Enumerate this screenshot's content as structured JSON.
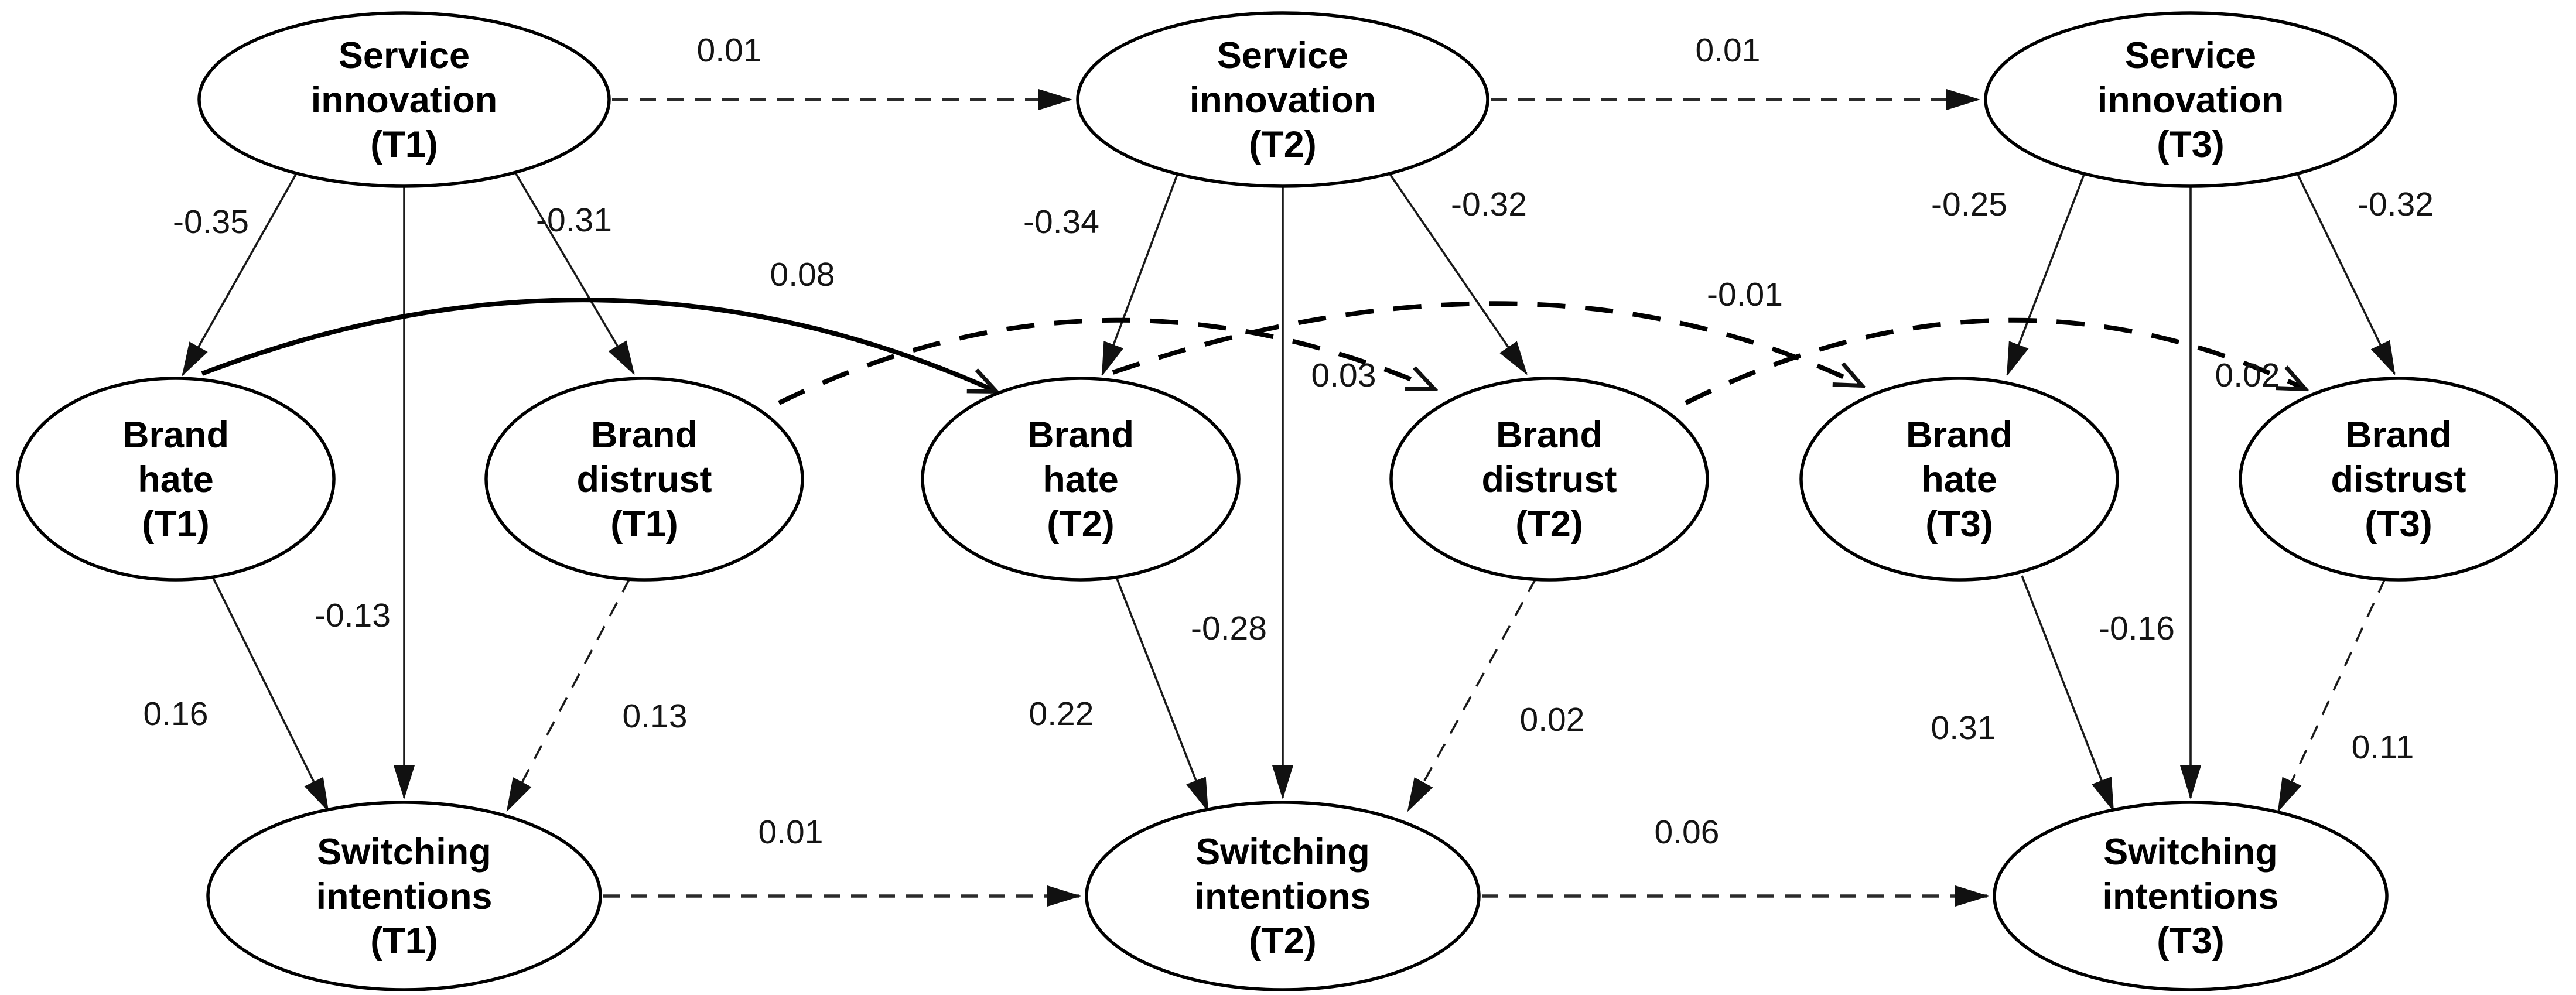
{
  "diagram": {
    "background_color": "#ffffff",
    "node_fill_color": "#ffffff",
    "node_stroke_color": "#000000",
    "label_color": "#141414",
    "line_styles_present": [
      "solid",
      "dashed"
    ]
  },
  "nodes": [
    {
      "id": "si1",
      "label": "Service innovation (T1)",
      "lines": [
        "Service",
        "innovation",
        "(T1)"
      ]
    },
    {
      "id": "si2",
      "label": "Service innovation (T2)",
      "lines": [
        "Service",
        "innovation",
        "(T2)"
      ]
    },
    {
      "id": "si3",
      "label": "Service innovation (T3)",
      "lines": [
        "Service",
        "innovation",
        "(T3)"
      ]
    },
    {
      "id": "bh1",
      "label": "Brand hate (T1)",
      "lines": [
        "Brand",
        "hate",
        "(T1)"
      ]
    },
    {
      "id": "bd1",
      "label": "Brand distrust (T1)",
      "lines": [
        "Brand",
        "distrust",
        "(T1)"
      ]
    },
    {
      "id": "bh2",
      "label": "Brand hate (T2)",
      "lines": [
        "Brand",
        "hate",
        "(T2)"
      ]
    },
    {
      "id": "bd2",
      "label": "Brand distrust (T2)",
      "lines": [
        "Brand",
        "distrust",
        "(T2)"
      ]
    },
    {
      "id": "bh3",
      "label": "Brand hate (T3)",
      "lines": [
        "Brand",
        "hate",
        "(T3)"
      ]
    },
    {
      "id": "bd3",
      "label": "Brand distrust (T3)",
      "lines": [
        "Brand",
        "distrust",
        "(T3)"
      ]
    },
    {
      "id": "sw1",
      "label": "Switching intentions (T1)",
      "lines": [
        "Switching",
        "intentions",
        "(T1)"
      ]
    },
    {
      "id": "sw2",
      "label": "Switching intentions (T2)",
      "lines": [
        "Switching",
        "intentions",
        "(T2)"
      ]
    },
    {
      "id": "sw3",
      "label": "Switching intentions (T3)",
      "lines": [
        "Switching",
        "intentions",
        "(T3)"
      ]
    }
  ],
  "edges": [
    {
      "id": "si1-si2",
      "from": "si1",
      "to": "si2",
      "coefficient": "0.01",
      "line": "dashed",
      "kind": "horizontal"
    },
    {
      "id": "si2-si3",
      "from": "si2",
      "to": "si3",
      "coefficient": "0.01",
      "line": "dashed",
      "kind": "horizontal"
    },
    {
      "id": "sw1-sw2",
      "from": "sw1",
      "to": "sw2",
      "coefficient": "0.01",
      "line": "dashed",
      "kind": "horizontal"
    },
    {
      "id": "sw2-sw3",
      "from": "sw2",
      "to": "sw3",
      "coefficient": "0.06",
      "line": "dashed",
      "kind": "horizontal"
    },
    {
      "id": "si1-bh1",
      "from": "si1",
      "to": "bh1",
      "coefficient": "-0.35",
      "line": "solid",
      "kind": "straight"
    },
    {
      "id": "si1-bd1",
      "from": "si1",
      "to": "bd1",
      "coefficient": "-0.31",
      "line": "solid",
      "kind": "straight"
    },
    {
      "id": "si1-sw1",
      "from": "si1",
      "to": "sw1",
      "coefficient": "-0.13",
      "line": "solid",
      "kind": "straight"
    },
    {
      "id": "bh1-sw1",
      "from": "bh1",
      "to": "sw1",
      "coefficient": "0.16",
      "line": "solid",
      "kind": "straight"
    },
    {
      "id": "bd1-sw1",
      "from": "bd1",
      "to": "sw1",
      "coefficient": "0.13",
      "line": "dashed",
      "kind": "straight"
    },
    {
      "id": "si2-bh2",
      "from": "si2",
      "to": "bh2",
      "coefficient": "-0.34",
      "line": "solid",
      "kind": "straight"
    },
    {
      "id": "si2-bd2",
      "from": "si2",
      "to": "bd2",
      "coefficient": "-0.32",
      "line": "solid",
      "kind": "straight"
    },
    {
      "id": "si2-sw2",
      "from": "si2",
      "to": "sw2",
      "coefficient": "-0.28",
      "line": "solid",
      "kind": "straight"
    },
    {
      "id": "bh2-sw2",
      "from": "bh2",
      "to": "sw2",
      "coefficient": "0.22",
      "line": "solid",
      "kind": "straight"
    },
    {
      "id": "bd2-sw2",
      "from": "bd2",
      "to": "sw2",
      "coefficient": "0.02",
      "line": "dashed",
      "kind": "straight"
    },
    {
      "id": "si3-bh3",
      "from": "si3",
      "to": "bh3",
      "coefficient": "-0.25",
      "line": "solid",
      "kind": "straight"
    },
    {
      "id": "si3-bd3",
      "from": "si3",
      "to": "bd3",
      "coefficient": "-0.32",
      "line": "solid",
      "kind": "straight"
    },
    {
      "id": "si3-sw3",
      "from": "si3",
      "to": "sw3",
      "coefficient": "-0.16",
      "line": "solid",
      "kind": "straight"
    },
    {
      "id": "bh3-sw3",
      "from": "bh3",
      "to": "sw3",
      "coefficient": "0.31",
      "line": "solid",
      "kind": "straight"
    },
    {
      "id": "bd3-sw3",
      "from": "bd3",
      "to": "sw3",
      "coefficient": "0.11",
      "line": "dashed",
      "kind": "straight"
    },
    {
      "id": "bh1-bh2",
      "from": "bh1",
      "to": "bh2",
      "coefficient": "0.08",
      "line": "solid",
      "kind": "curve"
    },
    {
      "id": "bd1-bd2",
      "from": "bd1",
      "to": "bd2",
      "coefficient": "0.03",
      "line": "dashed",
      "kind": "curve"
    },
    {
      "id": "bh2-bh3",
      "from": "bh2",
      "to": "bh3",
      "coefficient": "-0.01",
      "line": "dashed",
      "kind": "curve"
    },
    {
      "id": "bd2-bd3",
      "from": "bd2",
      "to": "bd3",
      "coefficient": "0.02",
      "line": "dashed",
      "kind": "curve"
    }
  ]
}
